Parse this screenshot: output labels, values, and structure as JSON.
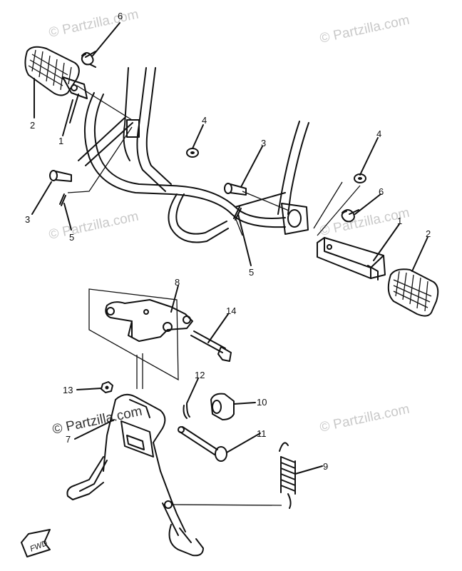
{
  "watermark": "© Partzilla.com",
  "fwd_mark": "FWD",
  "callouts": [
    {
      "id": "c6a",
      "text": "6"
    },
    {
      "id": "c2a",
      "text": "2"
    },
    {
      "id": "c1a",
      "text": "1"
    },
    {
      "id": "c4a",
      "text": "4"
    },
    {
      "id": "c3a",
      "text": "3"
    },
    {
      "id": "c5a",
      "text": "5"
    },
    {
      "id": "c3b",
      "text": "3"
    },
    {
      "id": "c5b",
      "text": "5"
    },
    {
      "id": "c4b",
      "text": "4"
    },
    {
      "id": "c6b",
      "text": "6"
    },
    {
      "id": "c1b",
      "text": "1"
    },
    {
      "id": "c2b",
      "text": "2"
    },
    {
      "id": "c8",
      "text": "8"
    },
    {
      "id": "c14",
      "text": "14"
    },
    {
      "id": "c13",
      "text": "13"
    },
    {
      "id": "c12",
      "text": "12"
    },
    {
      "id": "c10",
      "text": "10"
    },
    {
      "id": "c7",
      "text": "7"
    },
    {
      "id": "c11",
      "text": "11"
    },
    {
      "id": "c9",
      "text": "9"
    }
  ]
}
